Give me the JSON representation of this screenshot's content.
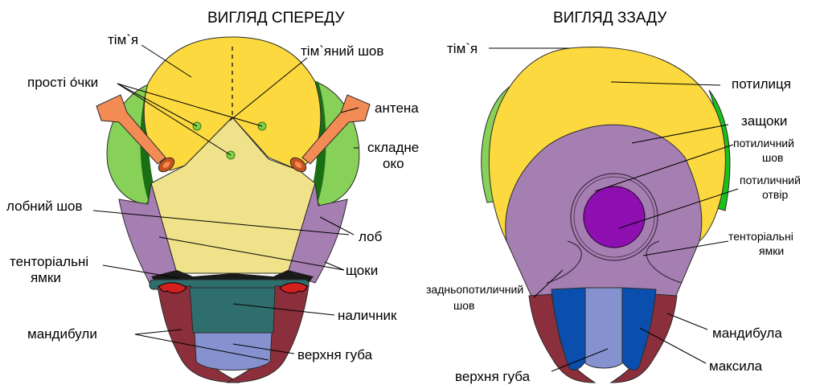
{
  "titles": {
    "front": "ВИГЛЯД СПЕРЕДУ",
    "back": "ВИГЛЯД ЗЗАДУ"
  },
  "front_labels": {
    "vertex": "тім`я",
    "coronal_suture": "тім`яний шов",
    "ocelli": "прості о́чки",
    "antenna": "антена",
    "compound_eye_1": "складне",
    "compound_eye_2": "око",
    "frontal_suture": "лобний шов",
    "frons": "лоб",
    "tentorial_pits_1": "тенторіальні",
    "tentorial_pits_2": "ямки",
    "genae": "щоки",
    "clypeus": "наличник",
    "mandibles": "мандибули",
    "labrum": "верхня губа"
  },
  "back_labels": {
    "vertex": "тім`я",
    "occiput": "потилиця",
    "postgenae": "защоки",
    "occipital_suture_1": "потиличний",
    "occipital_suture_2": "шов",
    "foramen_1": "потиличний",
    "foramen_2": "отвір",
    "tentorial_pits_1": "тенторіальні",
    "tentorial_pits_2": "ямки",
    "postoccipital_1": "задньопотиличний",
    "postoccipital_2": "шов",
    "mandible": "мандибула",
    "maxilla": "максила",
    "labium": "верхня губа"
  },
  "colors": {
    "vertex": "#fcd93f",
    "frons": "#efe28a",
    "eye": "#87d158",
    "eye_rim": "#1a6e14",
    "gena": "#a67fb2",
    "clypeus": "#2e6e6c",
    "labrum": "#8592cf",
    "mandible": "#8b2f3c",
    "antenna": "#f38b55",
    "foramen": "#8e0fb0",
    "maxilla": "#0b4fae",
    "back_eye": "#19c21a"
  }
}
